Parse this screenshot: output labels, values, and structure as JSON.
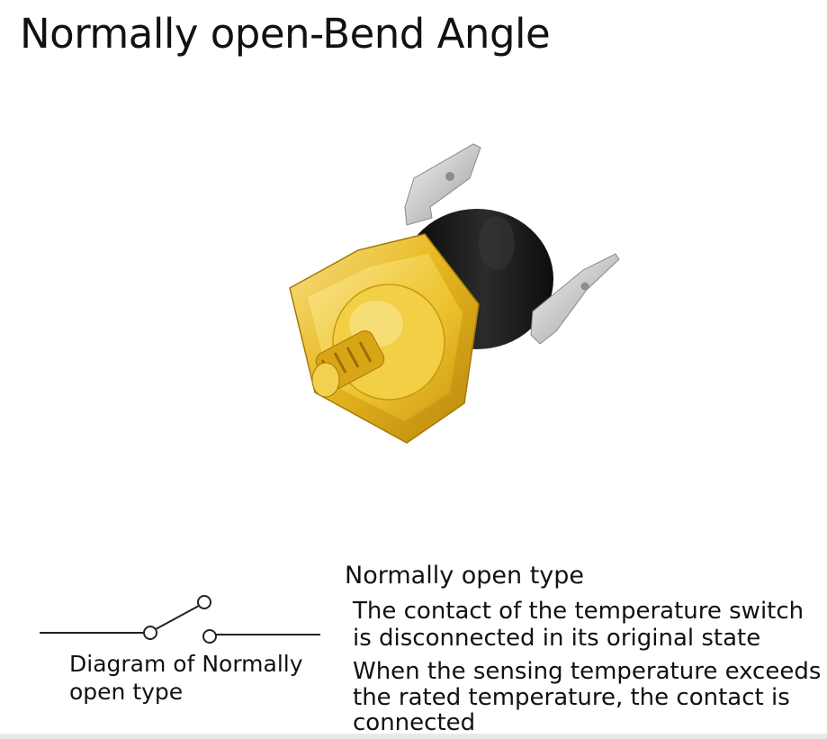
{
  "title": "Normally open-Bend Angle",
  "diagram": {
    "caption_line1": "Diagram of Normally",
    "caption_line2": "open type"
  },
  "description": {
    "heading": "Normally open type",
    "lines": [
      "The contact of the temperature switch",
      "is disconnected in its original state",
      "When the sensing temperature exceeds",
      "the rated temperature, the contact is",
      "connected"
    ]
  },
  "colors": {
    "brass": "#e8b820",
    "body": "#1a1a1a",
    "terminal": "#cfcfcf"
  }
}
